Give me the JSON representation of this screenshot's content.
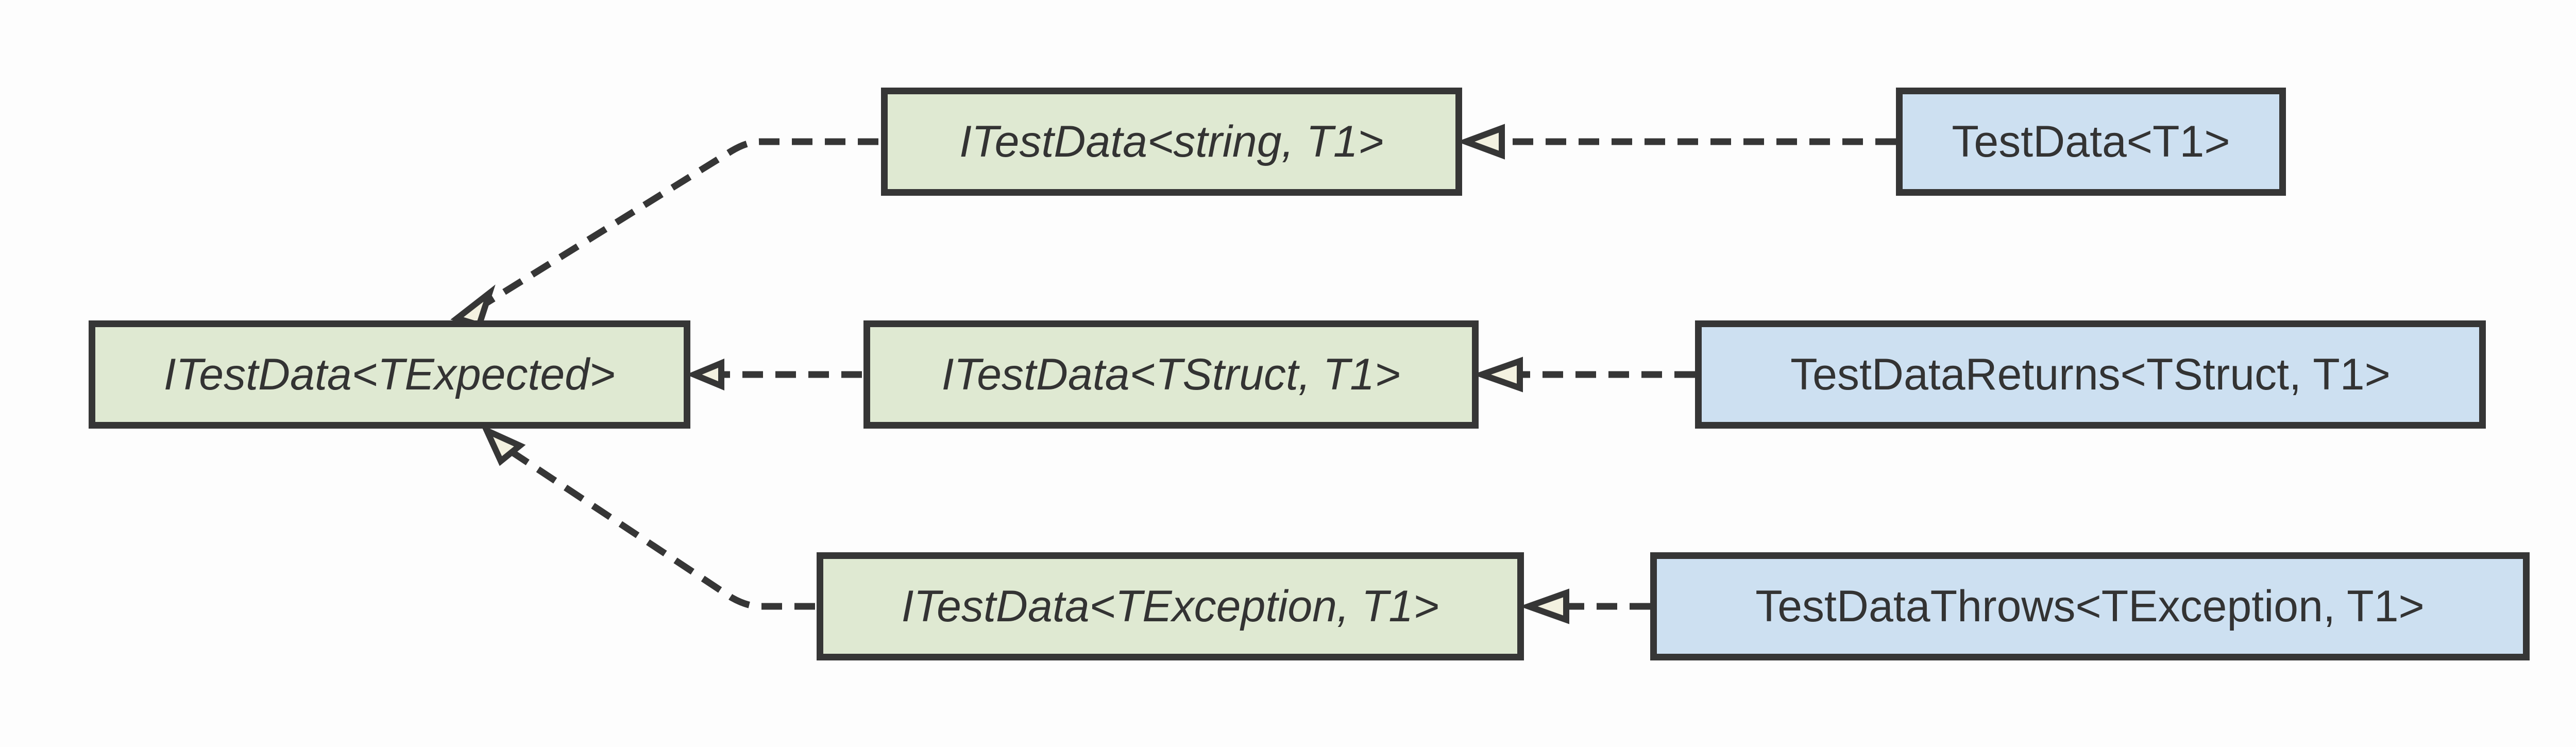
{
  "colors": {
    "interface_fill": "#dfe9d2",
    "class_fill": "#cde0f1",
    "border": "#363636",
    "arrowhead_fill": "#f3f1e0",
    "text": "#333333"
  },
  "nodes": {
    "root": {
      "label": "ITestData<TExpected>",
      "kind": "interface"
    },
    "iface_string": {
      "label": "ITestData<string, T1>",
      "kind": "interface"
    },
    "iface_struct": {
      "label": "ITestData<TStruct, T1>",
      "kind": "interface"
    },
    "iface_exception": {
      "label": "ITestData<TException, T1>",
      "kind": "interface"
    },
    "class_testdata": {
      "label": "TestData<T1>",
      "kind": "class"
    },
    "class_returns": {
      "label": "TestDataReturns<TStruct, T1>",
      "kind": "class"
    },
    "class_throws": {
      "label": "TestDataThrows<TException, T1>",
      "kind": "class"
    }
  },
  "edges": [
    {
      "from": "iface_string",
      "to": "root",
      "relation": "realization"
    },
    {
      "from": "iface_struct",
      "to": "root",
      "relation": "realization"
    },
    {
      "from": "iface_exception",
      "to": "root",
      "relation": "realization"
    },
    {
      "from": "class_testdata",
      "to": "iface_string",
      "relation": "realization"
    },
    {
      "from": "class_returns",
      "to": "iface_struct",
      "relation": "realization"
    },
    {
      "from": "class_throws",
      "to": "iface_exception",
      "relation": "realization"
    }
  ]
}
